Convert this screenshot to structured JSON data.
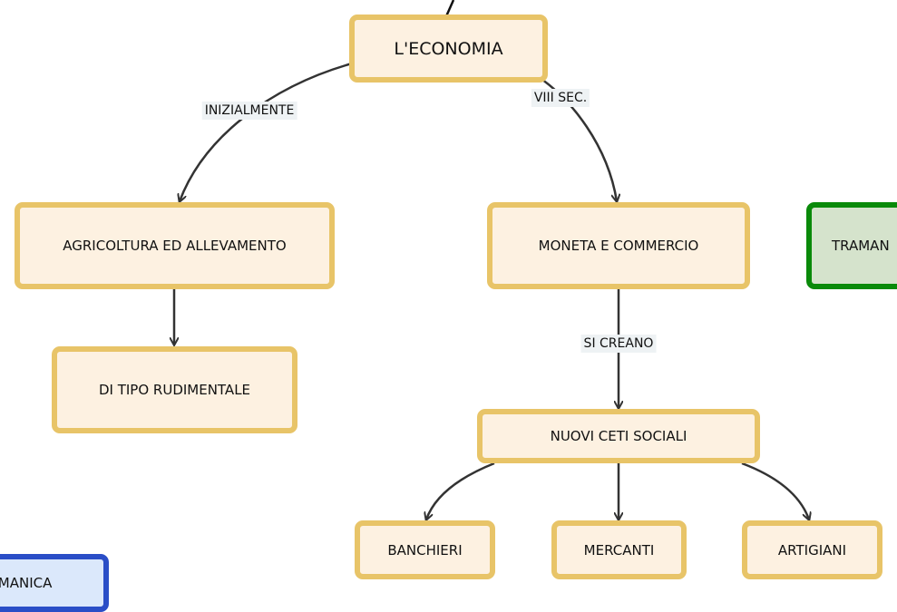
{
  "nodes": {
    "economia": "L'ECONOMIA",
    "agricoltura": "AGRICOLTURA ED ALLEVAMENTO",
    "moneta": "MONETA E COMMERCIO",
    "tramandare": "TRAMAN",
    "rudimentale": "DI TIPO RUDIMENTALE",
    "ceti": "NUOVI CETI SOCIALI",
    "banchieri": "BANCHIERI",
    "mercanti": "MERCANTI",
    "artigiani": "ARTIGIANI",
    "romanica": "OMANICA"
  },
  "links": {
    "inizialmente": "INIZIALMENTE",
    "viii_sec": "VIII SEC.",
    "si_creano": "SI CREANO"
  },
  "colors": {
    "node_border": "#e8c468",
    "node_fill": "#fdf1e1",
    "green_border": "#0a8a0a",
    "blue_border": "#2a4ec7",
    "connector": "#333333"
  }
}
